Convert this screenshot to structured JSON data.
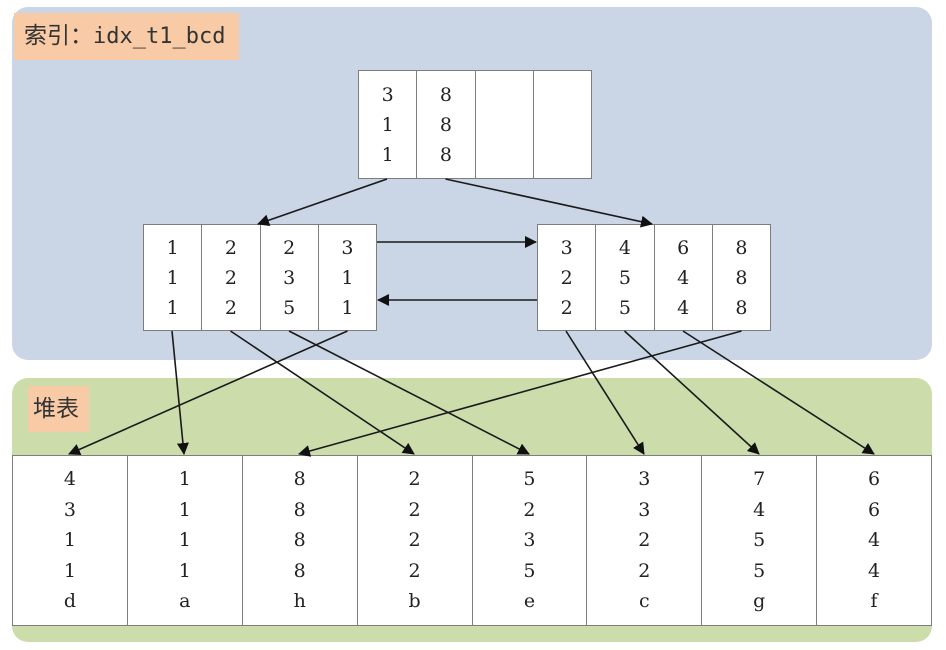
{
  "index": {
    "label_prefix": "索引：",
    "label_name": "idx_t1_bcd",
    "panel_color": "#cad6e5",
    "root": [
      [
        "3",
        "1",
        "1"
      ],
      [
        "8",
        "8",
        "8"
      ],
      [],
      []
    ],
    "leaf_left": [
      [
        "1",
        "1",
        "1"
      ],
      [
        "2",
        "2",
        "2"
      ],
      [
        "2",
        "3",
        "5"
      ],
      [
        "3",
        "1",
        "1"
      ]
    ],
    "leaf_right": [
      [
        "3",
        "2",
        "2"
      ],
      [
        "4",
        "5",
        "5"
      ],
      [
        "6",
        "4",
        "4"
      ],
      [
        "8",
        "8",
        "8"
      ]
    ]
  },
  "heap": {
    "label": "堆表",
    "panel_color": "#cddcab",
    "rows": [
      [
        "4",
        "3",
        "1",
        "1",
        "d"
      ],
      [
        "1",
        "1",
        "1",
        "1",
        "a"
      ],
      [
        "8",
        "8",
        "8",
        "8",
        "h"
      ],
      [
        "2",
        "2",
        "2",
        "2",
        "b"
      ],
      [
        "5",
        "2",
        "3",
        "5",
        "e"
      ],
      [
        "3",
        "3",
        "2",
        "2",
        "c"
      ],
      [
        "7",
        "4",
        "5",
        "5",
        "g"
      ],
      [
        "6",
        "6",
        "4",
        "4",
        "f"
      ]
    ]
  },
  "links": {
    "root_to_leaf": [
      {
        "from_root_cell": 0,
        "to": "leaf_left"
      },
      {
        "from_root_cell": 1,
        "to": "leaf_right"
      }
    ],
    "leaf_sibling": [
      "leaf_left -> leaf_right",
      "leaf_right -> leaf_left"
    ],
    "leaf_left_to_heap": [
      1,
      3,
      4,
      0
    ],
    "leaf_right_to_heap": [
      5,
      6,
      7,
      2
    ]
  }
}
